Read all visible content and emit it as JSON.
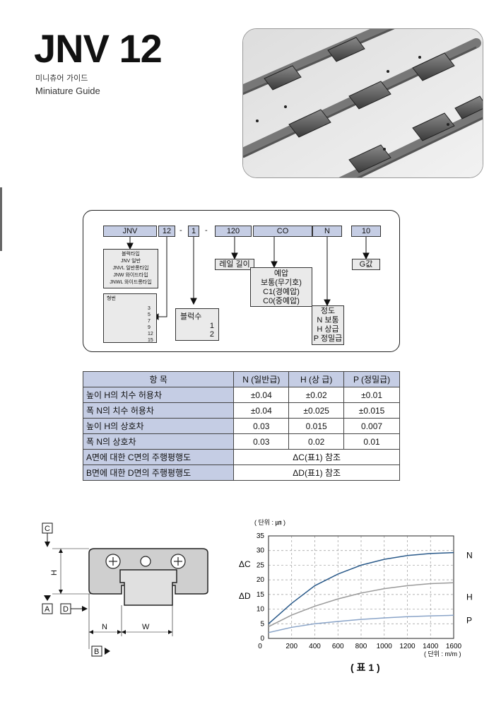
{
  "header": {
    "title": "JNV 12",
    "subtitle_ko": "미니츄어 가이드",
    "subtitle_en": "Miniature Guide"
  },
  "code": {
    "segments": [
      "JNV",
      "12",
      "1",
      "120",
      "CO",
      "N",
      "10"
    ],
    "sep1": "-",
    "sep2": "-",
    "block_type_title": "블럭타입",
    "block_types": [
      "JNV 일반",
      "JNVL 일반롱타입",
      "JNW 와이드타입",
      "JNWL 와이드롱타입"
    ],
    "model_title": "형번",
    "models": [
      "3",
      "5",
      "7",
      "9",
      "12",
      "15"
    ],
    "rail_length": "레일 길이",
    "preload_title": "예압",
    "preloads": [
      "보통(무기호)",
      "C1(경예압)",
      "C0(중예압)"
    ],
    "accuracy_title": "정도",
    "accuracies": [
      "N 보통",
      "H 상급",
      "P 정밀급"
    ],
    "block_count_title": "블럭수",
    "block_counts": [
      "1",
      "2"
    ],
    "g_value": "G값"
  },
  "table": {
    "headers": [
      "항  목",
      "N (일반급)",
      "H (상 급)",
      "P (정밀급)"
    ],
    "rows": [
      {
        "label": "높이 H의 치수 허용차",
        "n": "±0.04",
        "h": "±0.02",
        "p": "±0.01"
      },
      {
        "label": "폭 N의 치수 허용차",
        "n": "±0.04",
        "h": "±0.025",
        "p": "±0.015"
      },
      {
        "label": "높이 H의 상호차",
        "n": "0.03",
        "h": "0.015",
        "p": "0.007"
      },
      {
        "label": "폭 N의 상호차",
        "n": "0.03",
        "h": "0.02",
        "p": "0.01"
      }
    ],
    "merged_rows": [
      {
        "label": "A면에 대한 C면의 주행평행도",
        "value": "ΔC(표1) 참조"
      },
      {
        "label": "B면에 대한 D면의 주행평행도",
        "value": "ΔD(표1) 참조"
      }
    ]
  },
  "diagram": {
    "labels": {
      "c": "C",
      "h": "H",
      "a": "A",
      "d": "D",
      "n": "N",
      "w": "W",
      "b": "B"
    }
  },
  "chart_data": {
    "type": "line",
    "unit_top": "( 단위 : ㎛ )",
    "unit_bottom": "( 단위 : m/m )",
    "y_side_labels": [
      "ΔC",
      "ΔD"
    ],
    "x_ticks": [
      0,
      200,
      400,
      600,
      800,
      1000,
      1200,
      1400,
      1600
    ],
    "y_ticks": [
      0,
      5,
      10,
      15,
      20,
      25,
      30,
      35
    ],
    "xlim": [
      0,
      1600
    ],
    "ylim": [
      0,
      35
    ],
    "grid": true,
    "series": [
      {
        "name": "N",
        "color": "#2a5a8a",
        "x": [
          0,
          100,
          200,
          400,
          600,
          800,
          1000,
          1200,
          1400,
          1600
        ],
        "y": [
          5,
          8.5,
          12,
          18,
          22,
          25,
          27,
          28.3,
          29,
          29.3
        ]
      },
      {
        "name": "H",
        "color": "#9a9a9a",
        "x": [
          0,
          200,
          400,
          600,
          800,
          1000,
          1200,
          1400,
          1600
        ],
        "y": [
          4,
          8,
          11,
          13.5,
          15.5,
          17,
          18,
          18.7,
          19
        ]
      },
      {
        "name": "P",
        "color": "#8aa4c8",
        "x": [
          0,
          200,
          400,
          600,
          800,
          1000,
          1200,
          1400,
          1600
        ],
        "y": [
          2,
          3.8,
          5,
          5.8,
          6.5,
          7,
          7.4,
          7.7,
          7.9
        ]
      }
    ],
    "caption": "( 표 1 )"
  }
}
